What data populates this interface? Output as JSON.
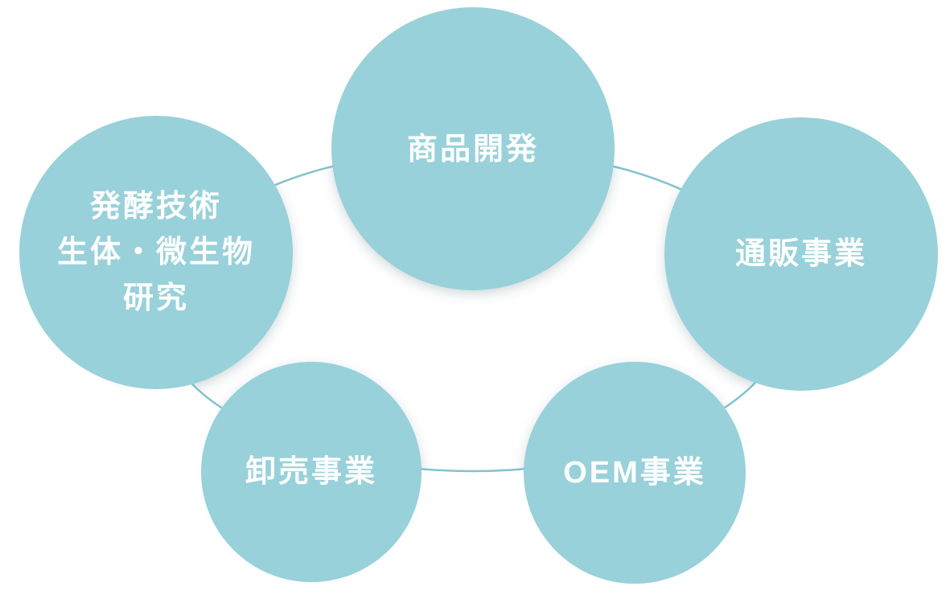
{
  "diagram": {
    "colors": {
      "circle_fill": "#98d1da",
      "ellipse_fill": "#ffffff",
      "ellipse_stroke": "#82c3cf",
      "label_text": "#ffffff"
    },
    "nodes": [
      {
        "id": "product-development",
        "lines": [
          "商品開発"
        ]
      },
      {
        "id": "fermentation-biotech-research",
        "lines": [
          "発酵技術",
          "生体・微生物",
          "研究"
        ]
      },
      {
        "id": "mail-order-business",
        "lines": [
          "通販事業"
        ]
      },
      {
        "id": "wholesale-business",
        "lines": [
          "卸売事業"
        ]
      },
      {
        "id": "oem-business",
        "lines": [
          "OEM事業"
        ]
      }
    ]
  }
}
